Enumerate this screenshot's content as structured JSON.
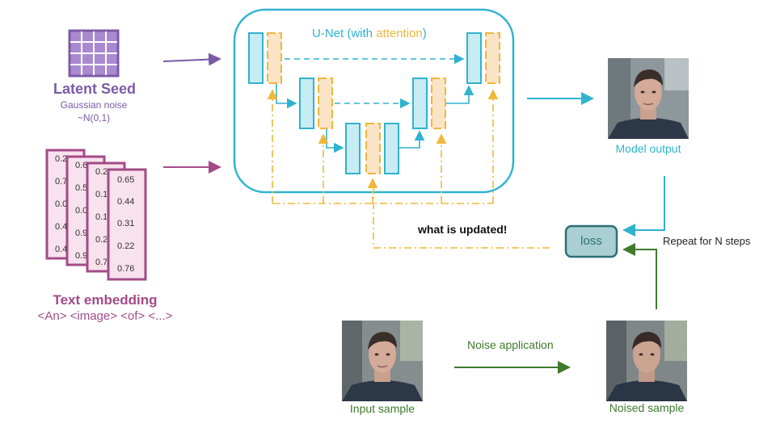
{
  "latent": {
    "title": "Latent Seed",
    "subtitle": "Gaussian noise",
    "dist": "~N(0,1)"
  },
  "text_embedding": {
    "title": "Text embedding",
    "tokens": "<An> <image> <of> <...>",
    "front_card_values": [
      "0.65",
      "0.44",
      "0.31",
      "0.22",
      "0.76"
    ],
    "card1_values": [
      "0.2",
      "0.7",
      "0.0",
      "0.4",
      "0.4"
    ],
    "card2_values": [
      "0.6",
      "0.5",
      "0.0",
      "0.9",
      "0.9"
    ],
    "card3_values": [
      "0.2",
      "0.1",
      "0.1",
      "0.2",
      "0.7"
    ]
  },
  "unet": {
    "title_prefix": "U-Net (with ",
    "title_attention": "attention",
    "title_suffix": ")"
  },
  "labels": {
    "model_output": "Model output",
    "loss": "loss",
    "repeat": "Repeat for N steps",
    "updated": "what is updated!",
    "noise_application": "Noise application",
    "input_sample": "Input sample",
    "noised_sample": "Noised sample"
  },
  "colors": {
    "purple": "#7b5aa6",
    "magenta": "#a34b87",
    "teal": "#2fb3cf",
    "attention_orange": "#f0b73a",
    "green": "#3f7a2c",
    "loss_fill": "#a9cfd3"
  }
}
